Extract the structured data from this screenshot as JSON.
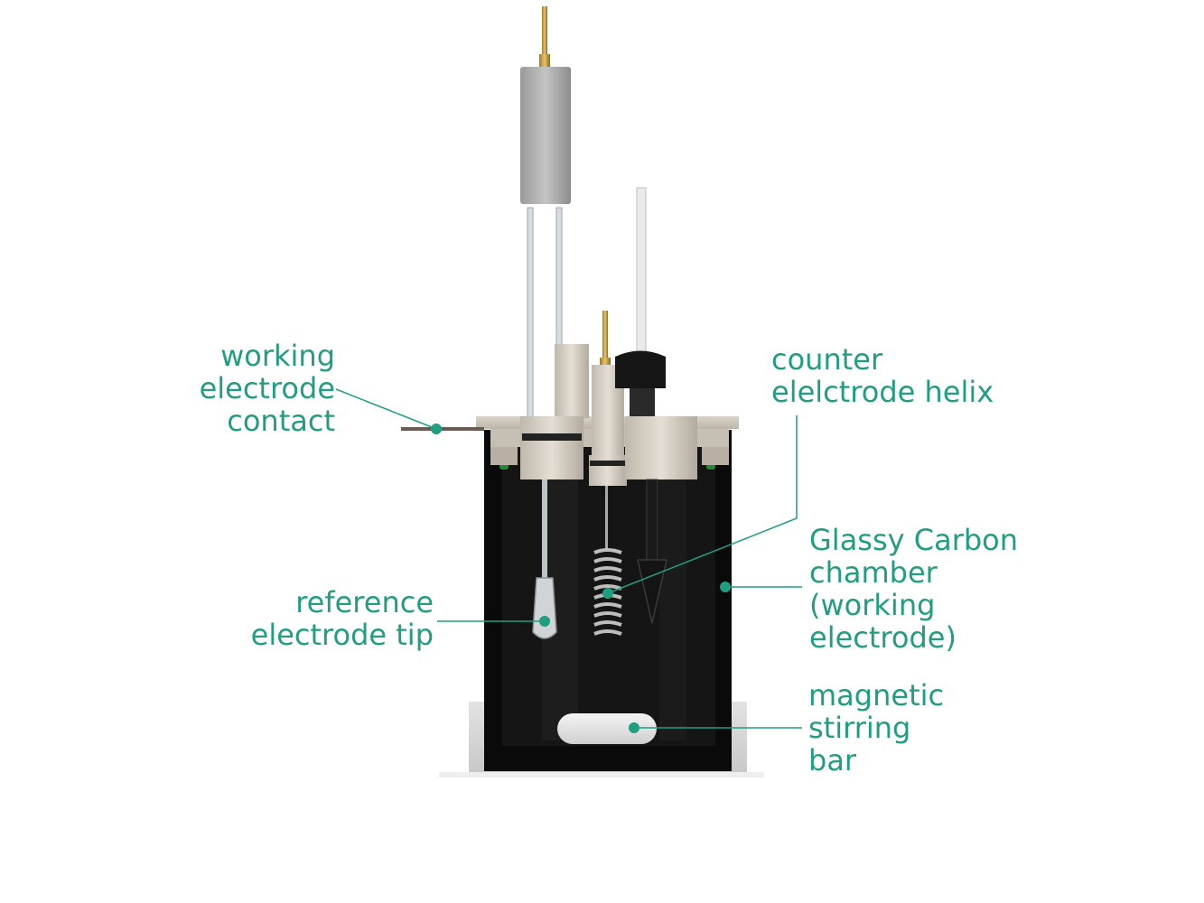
{
  "colors": {
    "label": "#1f9e80",
    "chamber": "#0b0b0b",
    "lid": "#cdc6bb",
    "base": "#d6d6d6",
    "gasket": "#1f8a3a",
    "brass": "#c9a44a"
  },
  "labels": {
    "working_contact": "working\nelectrode\ncontact",
    "counter_helix": "counter\nelelctrode helix",
    "glassy_carbon": "Glassy Carbon\nchamber\n(working\nelectrode)",
    "reference_tip": "reference\nelectrode tip",
    "stirring_bar": "magnetic\nstirring\nbar"
  }
}
